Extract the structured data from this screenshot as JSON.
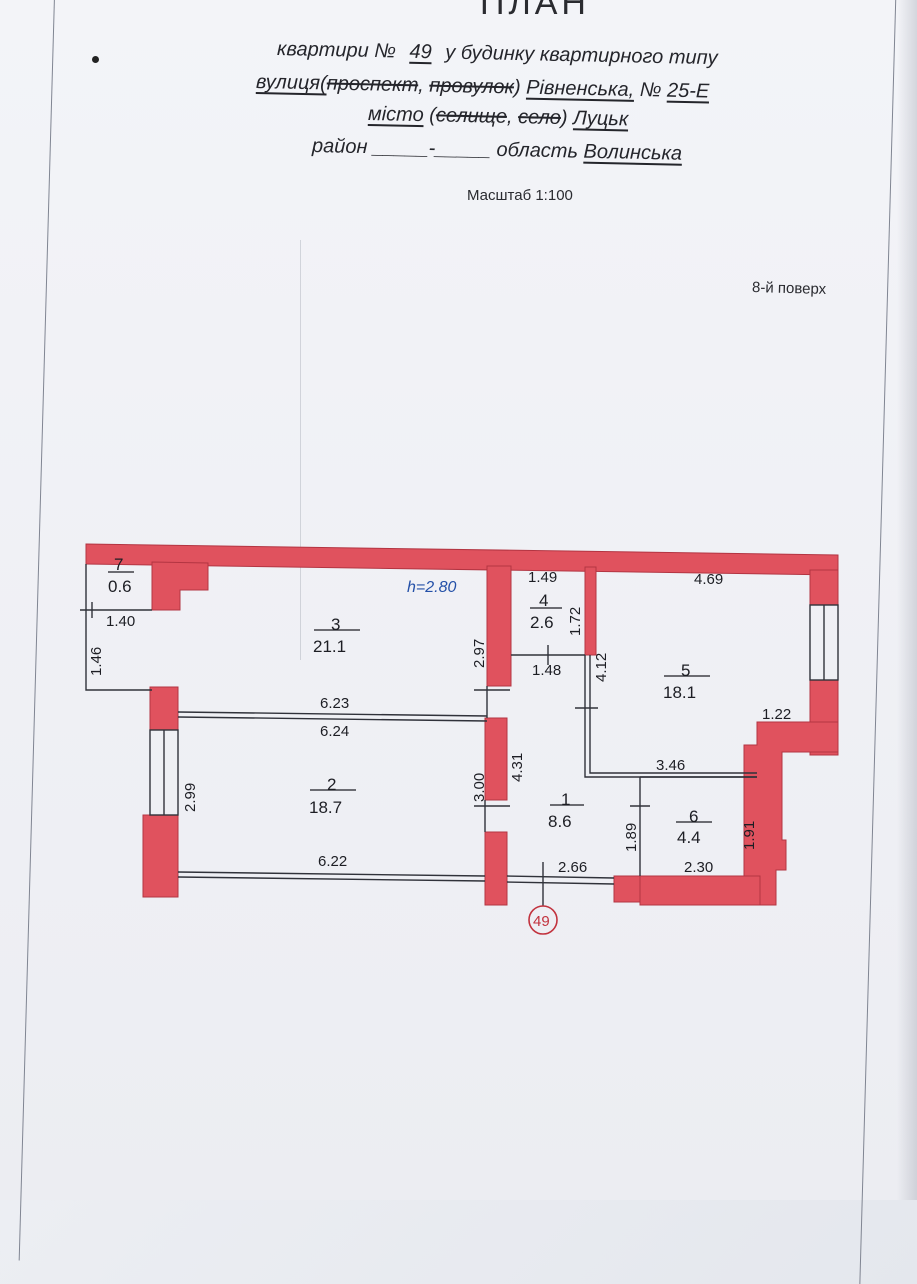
{
  "header": {
    "title": "ПЛАН",
    "line1": {
      "label_left": "квартири №",
      "apartment_number": "49",
      "label_right": "у будинку квартирного типу"
    },
    "line2": {
      "label": "вулиця(",
      "struck_1": "проспект",
      "sep": ", ",
      "struck_2": "провулок",
      "close": ")",
      "street": "Рівненська,",
      "label_no": "№",
      "house_number": "25-Е"
    },
    "line3": {
      "label": "місто",
      "open": "(",
      "struck_1": "селище",
      "sep": ", ",
      "struck_2": "село",
      "close": ")",
      "city": "Луцьк"
    },
    "line4": {
      "label_district": "район",
      "district": "_____-_____",
      "label_region": "область",
      "region": "Волинська"
    }
  },
  "scale": "Масштаб 1:100",
  "floor": "8-й поверх",
  "ceiling_height": "h=2.80",
  "apartment_marker": "49",
  "rooms": [
    {
      "number": "7",
      "area": "0.6"
    },
    {
      "number": "3",
      "area": "21.1"
    },
    {
      "number": "4",
      "area": "2.6"
    },
    {
      "number": "5",
      "area": "18.1"
    },
    {
      "number": "2",
      "area": "18.7"
    },
    {
      "number": "1",
      "area": "8.6"
    },
    {
      "number": "6",
      "area": "4.4"
    }
  ],
  "dimensions": {
    "d_1_40": "1.40",
    "d_1_46": "1.46",
    "d_6_23": "6.23",
    "d_6_24": "6.24",
    "d_2_97": "2.97",
    "d_1_49": "1.49",
    "d_1_72": "1.72",
    "d_1_48": "1.48",
    "d_4_12": "4.12",
    "d_4_69": "4.69",
    "d_1_22": "1.22",
    "d_4_31": "4.31",
    "d_3_00": "3.00",
    "d_2_99": "2.99",
    "d_3_46": "3.46",
    "d_1_89": "1.89",
    "d_1_91": "1.91",
    "d_6_22": "6.22",
    "d_2_66": "2.66",
    "d_2_30": "2.30"
  },
  "colors": {
    "wall": "#e0525e",
    "wall_stroke": "#b33542",
    "line": "#30323a",
    "height_label": "#2450a8"
  }
}
